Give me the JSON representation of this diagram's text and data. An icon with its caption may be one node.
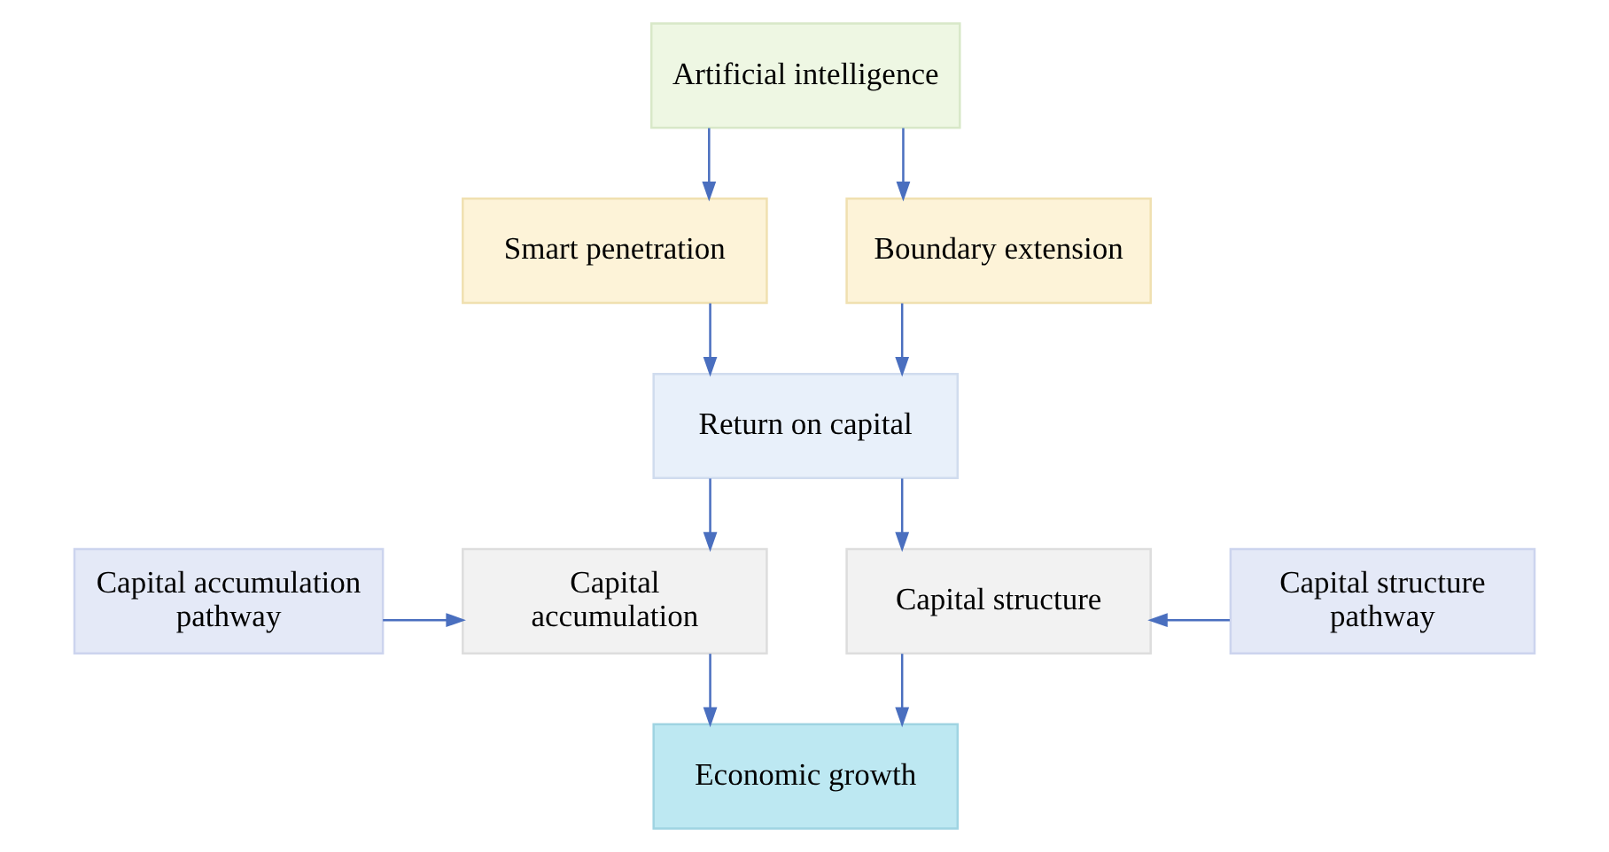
{
  "diagram": {
    "nodes": [
      {
        "text": [
          "Artificial intelligence"
        ]
      },
      {
        "text": [
          "Smart penetration"
        ]
      },
      {
        "text": [
          "Boundary extension"
        ]
      },
      {
        "text": [
          "Return on capital"
        ]
      },
      {
        "text": [
          "Capital accumulation pathway"
        ]
      },
      {
        "text": [
          "Capital accumulation"
        ]
      },
      {
        "text": [
          "Capital structure"
        ]
      },
      {
        "text": [
          "Capital structure pathway"
        ]
      },
      {
        "text": [
          "Economic growth"
        ]
      }
    ],
    "edges": [
      {
        "from": 0,
        "to": 1,
        "arrow": "to"
      },
      {
        "from": 0,
        "to": 2,
        "arrow": "to"
      },
      {
        "from": 1,
        "to": 3,
        "arrow": "to"
      },
      {
        "from": 2,
        "to": 3,
        "arrow": "to"
      },
      {
        "from": 3,
        "to": 5,
        "arrow": "to"
      },
      {
        "from": 3,
        "to": 6,
        "arrow": "to"
      },
      {
        "from": 4,
        "to": 5,
        "arrow": "to"
      },
      {
        "from": 7,
        "to": 6,
        "arrow": "to"
      },
      {
        "from": 5,
        "to": 8,
        "arrow": "to"
      },
      {
        "from": 6,
        "to": 8,
        "arrow": "to"
      }
    ]
  }
}
